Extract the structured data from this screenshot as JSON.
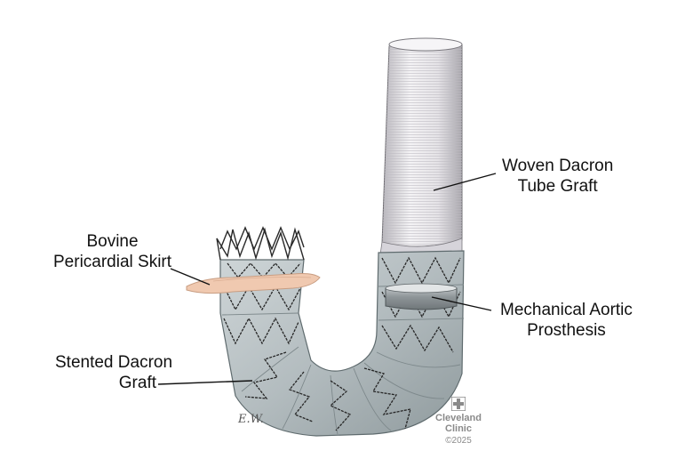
{
  "labels": {
    "woven_dacron": [
      "Woven Dacron",
      "Tube Graft"
    ],
    "bovine_skirt": [
      "Bovine",
      "Pericardial Skirt"
    ],
    "mechanical_aortic": [
      "Mechanical Aortic",
      "Prosthesis"
    ],
    "stented_dacron": [
      "Stented Dacron",
      "Graft"
    ]
  },
  "signature": "E.W.",
  "logo": {
    "line1": "Cleveland",
    "line2": "Clinic",
    "copyright": "©2025"
  },
  "colors": {
    "graft_fabric": "#b9c2c4",
    "stent_wire": "#2a2a2a",
    "tube_fabric": "#e8e6ea",
    "skirt": "#f0c9b0",
    "logo": "#8a8a8a"
  }
}
